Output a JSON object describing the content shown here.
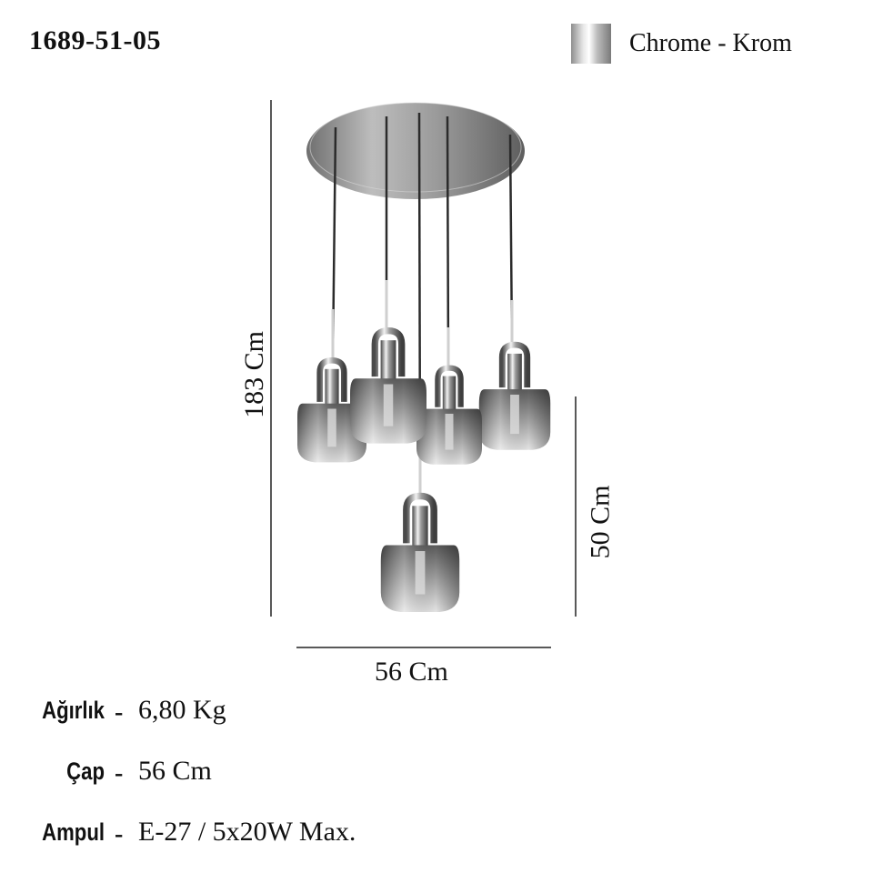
{
  "product": {
    "code": "1689-51-05",
    "finish_label": "Chrome - Krom",
    "finish_color": "#c8c8c8"
  },
  "dimensions": {
    "height": "183 Cm",
    "drop": "50 Cm",
    "width": "56 Cm"
  },
  "specs": [
    {
      "label": "Ağırlık",
      "value": "6,80 Kg"
    },
    {
      "label": "Çap",
      "value": "56 Cm"
    },
    {
      "label": "Ampul",
      "value": "E-27 / 5x20W Max."
    }
  ],
  "separator": "-"
}
